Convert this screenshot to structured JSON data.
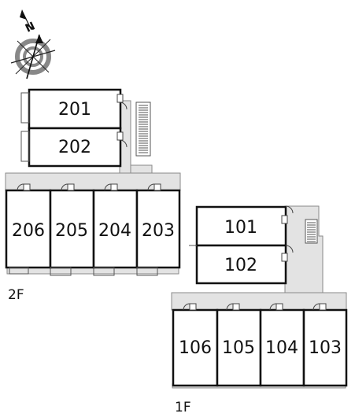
{
  "compass": {
    "north_label": "N",
    "icon": "compass-rose-icon"
  },
  "floor_2": {
    "label": "2F",
    "top_units": [
      "201",
      "202"
    ],
    "row_units": [
      "206",
      "205",
      "204",
      "203"
    ]
  },
  "floor_1": {
    "label": "1F",
    "top_units": [
      "101",
      "102"
    ],
    "row_units": [
      "106",
      "105",
      "104",
      "103"
    ]
  },
  "colors": {
    "corridor": "#e3e3e3",
    "wall": "#111111",
    "background": "#ffffff"
  }
}
